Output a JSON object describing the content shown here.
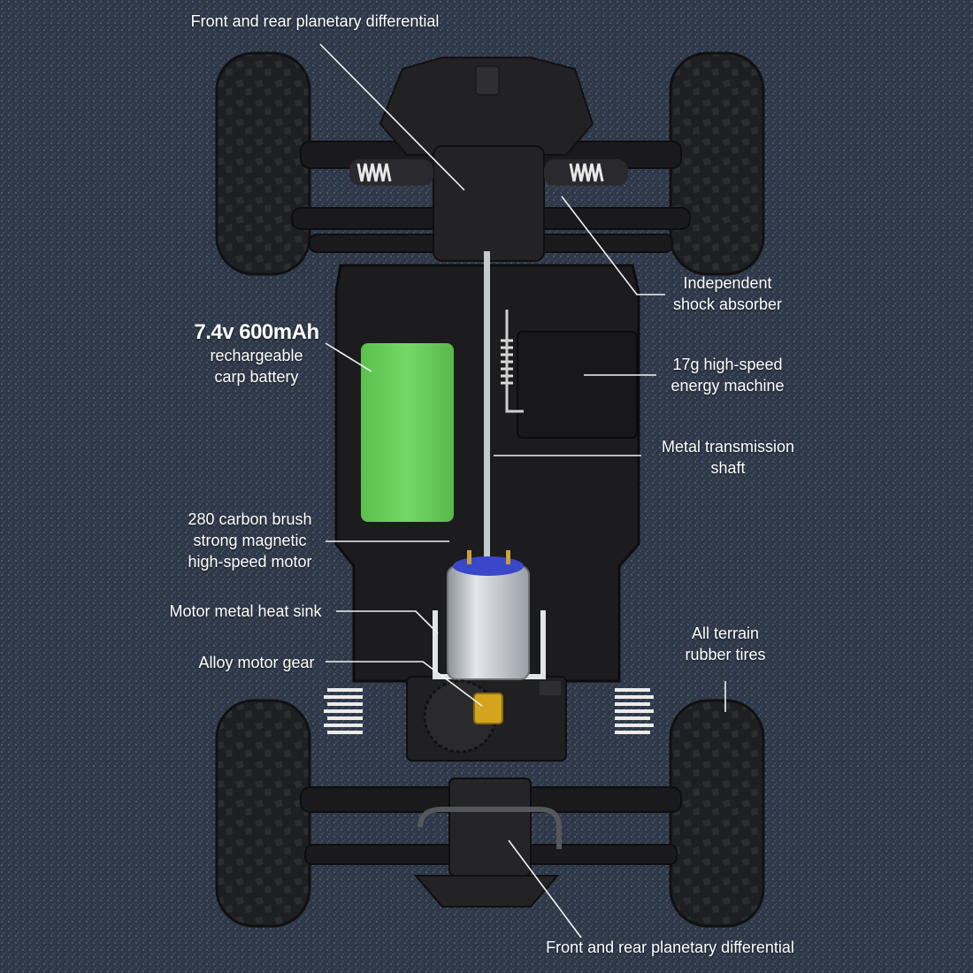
{
  "colors": {
    "background": "#2b3544",
    "chassis": "#1c1c1e",
    "tire": "#202022",
    "battery": "#6ad05b",
    "motor": "#b9bec4",
    "gear": "#d4a41f",
    "spring": "#e9e9e9",
    "leader_line": "#f2f2f2"
  },
  "labels": {
    "diff_top": "Front and rear planetary differential",
    "shock": [
      "Independent",
      "shock absorber"
    ],
    "battery_spec": "7.4v 600mAh",
    "battery": [
      "rechargeable",
      "carp battery"
    ],
    "energy": [
      "17g high-speed",
      "energy machine"
    ],
    "shaft": [
      "Metal transmission",
      "shaft"
    ],
    "motor": [
      "280 carbon brush",
      "strong magnetic",
      "high-speed motor"
    ],
    "heat_sink": "Motor metal heat sink",
    "gear": "Alloy motor gear",
    "tires": [
      "All terrain",
      "rubber tires"
    ],
    "diff_bottom": "Front and rear planetary differential"
  }
}
